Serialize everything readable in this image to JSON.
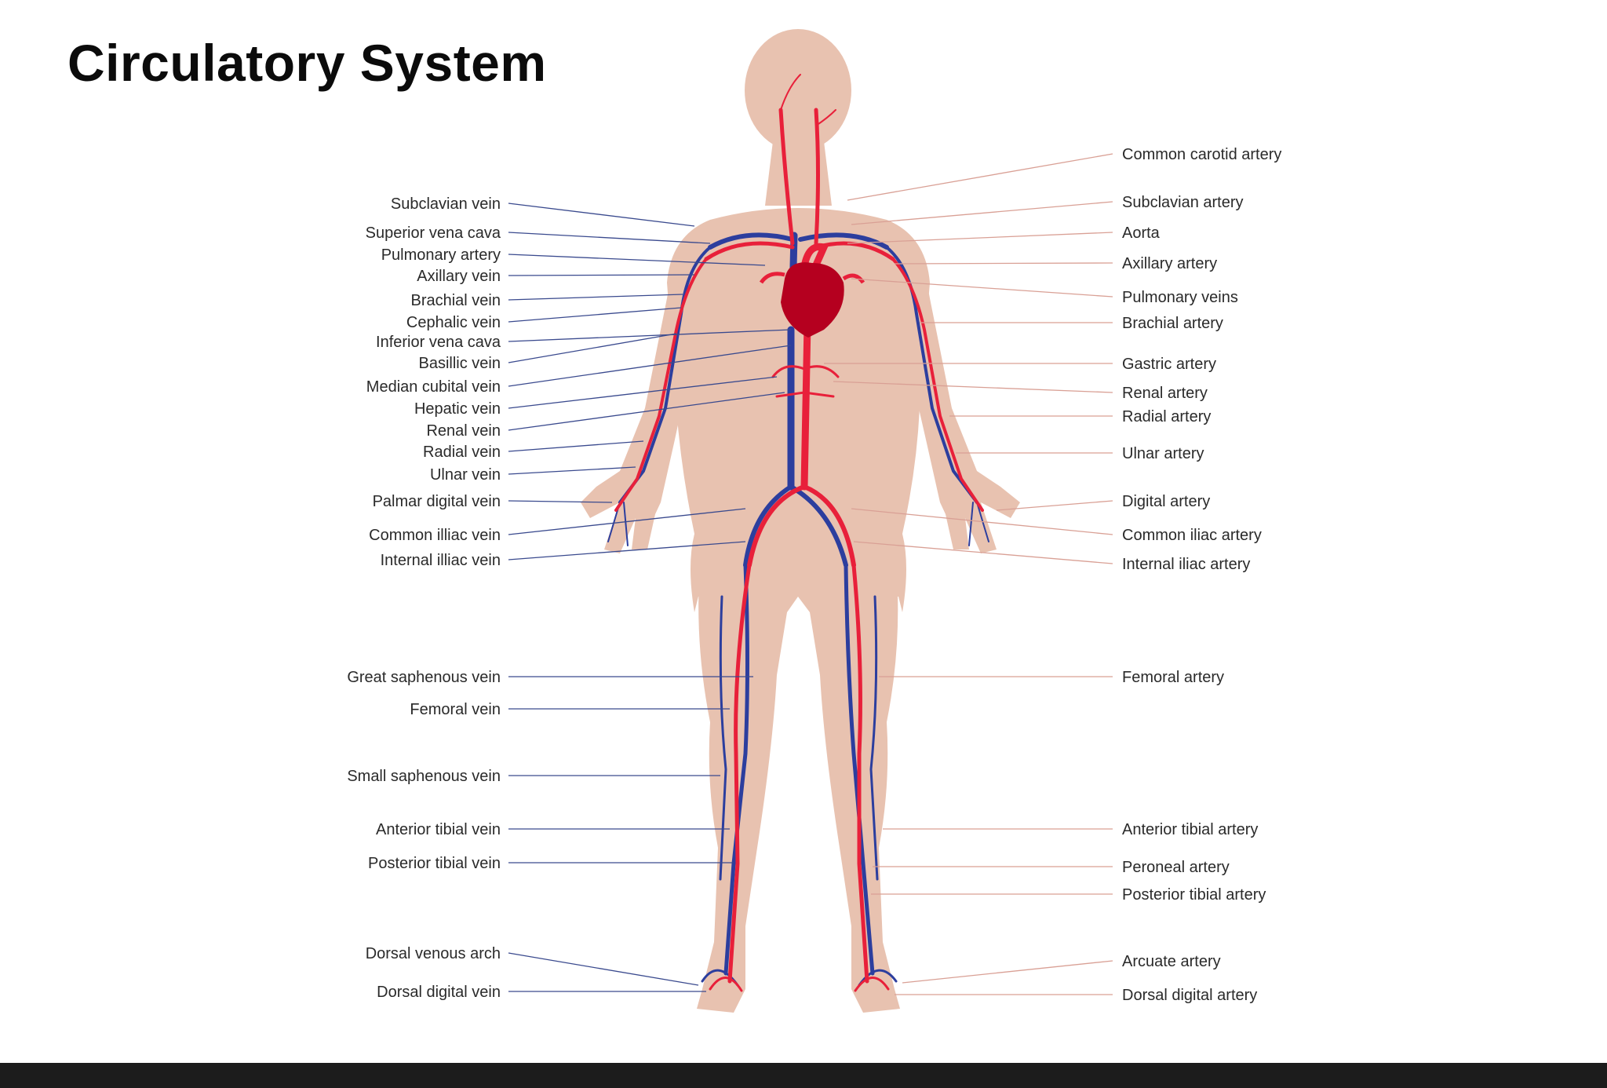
{
  "title": "Circulatory System",
  "colors": {
    "artery": "#e8203a",
    "vein": "#2c3e9e",
    "heart": "#b5001f",
    "skin": "#e8c2b0",
    "vein_leader": "#3a4a8e",
    "artery_leader": "#d9a095"
  },
  "labels": {
    "veins": [
      "Subclavian vein",
      "Superior vena cava",
      "Pulmonary artery",
      "Axillary vein",
      "Brachial vein",
      "Cephalic vein",
      "Inferior vena cava",
      "Basillic vein",
      "Median cubital vein",
      "Hepatic vein",
      "Renal vein",
      "Radial vein",
      "Ulnar vein",
      "Palmar digital vein",
      "Common illiac vein",
      "Internal illiac vein",
      "Great saphenous vein",
      "Femoral vein",
      "Small saphenous vein",
      "Anterior tibial vein",
      "Posterior tibial vein",
      "Dorsal venous arch",
      "Dorsal digital vein"
    ],
    "arteries": [
      "Common carotid artery",
      "Subclavian artery",
      "Aorta",
      "Axillary artery",
      "Pulmonary veins",
      "Brachial artery",
      "Gastric artery",
      "Renal artery",
      "Radial artery",
      "Ulnar artery",
      "Digital artery",
      "Common iliac artery",
      "Internal iliac artery",
      "Femoral artery",
      "Anterior tibial artery",
      "Peroneal artery",
      "Posterior tibial artery",
      "Arcuate artery",
      "Dorsal digital artery"
    ]
  }
}
